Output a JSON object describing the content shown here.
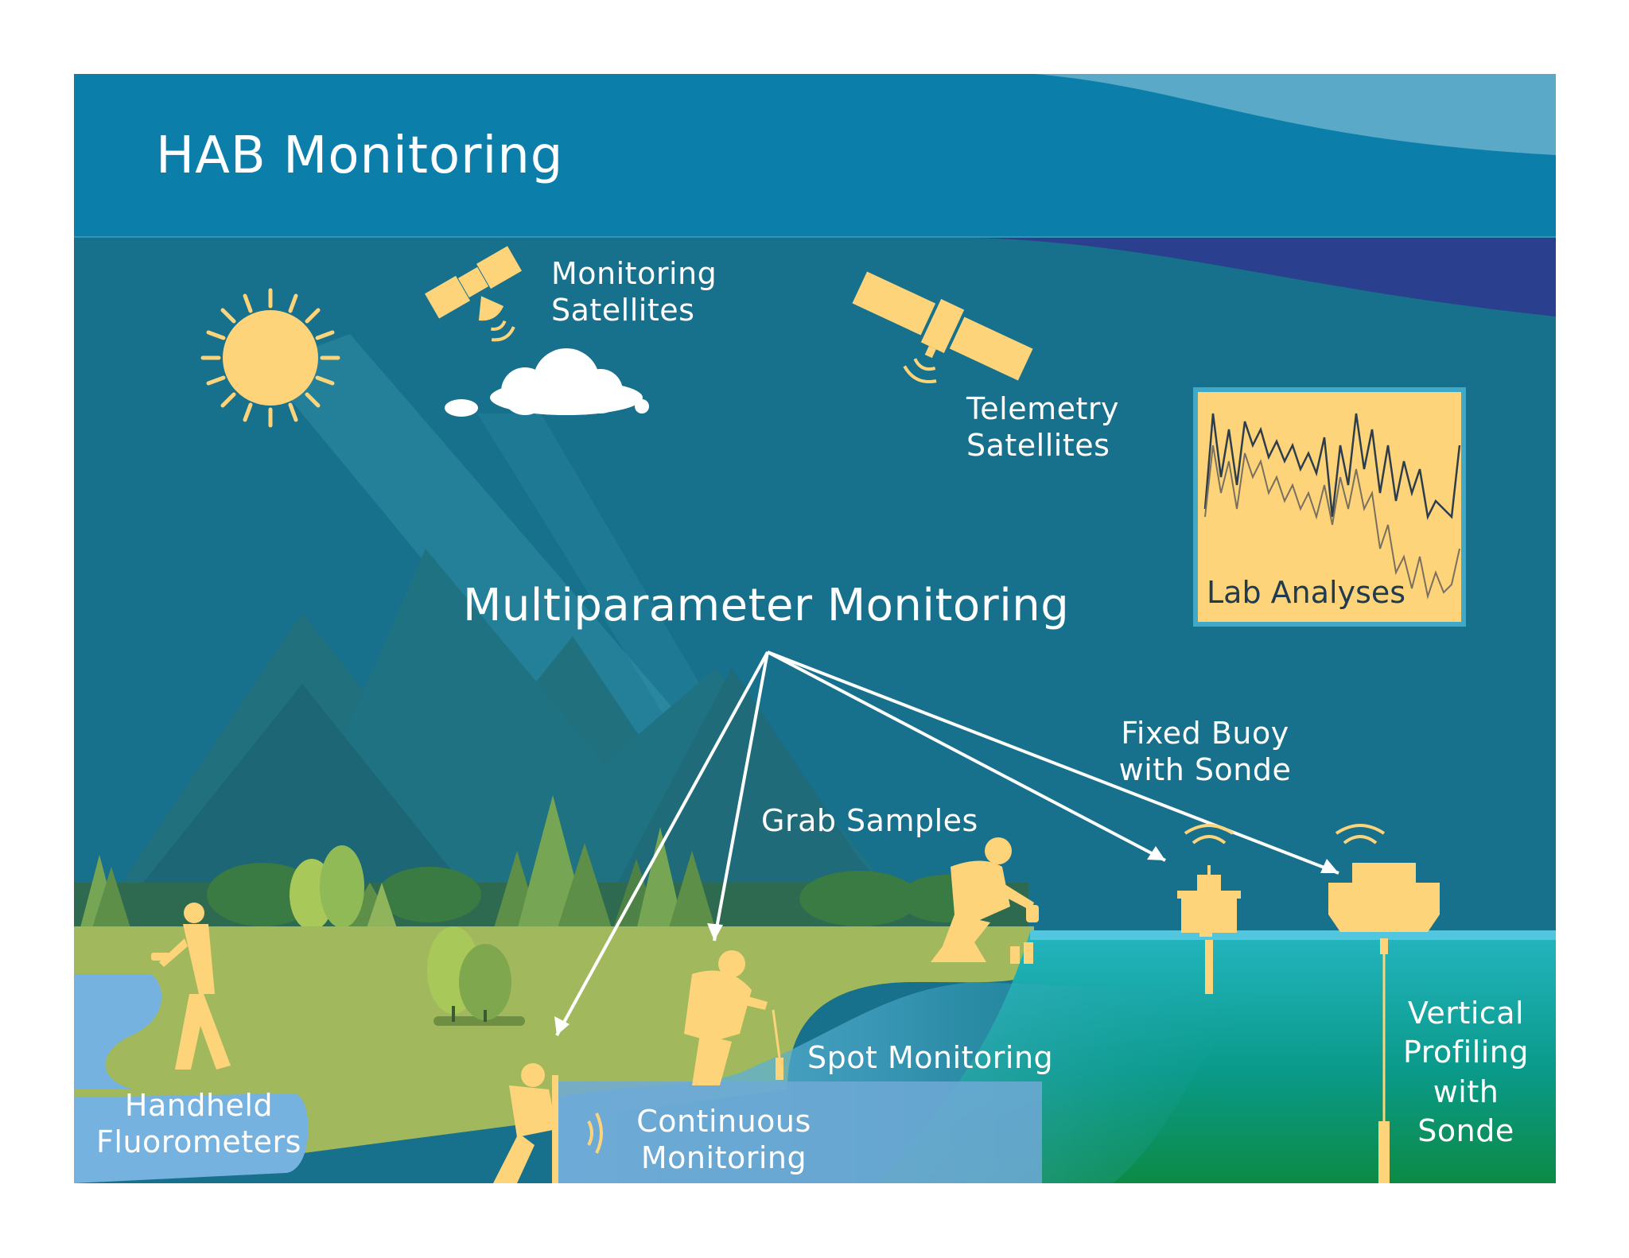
{
  "title": "HAB Monitoring",
  "center_label": "Multiparameter Monitoring",
  "labels": {
    "monitoring_satellites": "Monitoring\nSatellites",
    "telemetry_satellites": "Telemetry\nSatellites",
    "lab_analyses": "Lab Analyses",
    "fixed_buoy": "Fixed Buoy\nwith Sonde",
    "grab_samples": "Grab Samples",
    "spot_monitoring": "Spot Monitoring",
    "continuous_monitoring": "Continuous\nMonitoring",
    "handheld_fluorometers": "Handheld\nFluorometers",
    "vertical_profiling": "Vertical\nProfiling\nwith\nSonde"
  },
  "colors": {
    "sky_top": "#0c7fa8",
    "sky": "#17708c",
    "accent_yellow": "#fdd47a",
    "land": "#a2b85c",
    "water": "#6fa9d6",
    "lake": "#1aa7a8",
    "dark_band": "#2b3f8f"
  }
}
